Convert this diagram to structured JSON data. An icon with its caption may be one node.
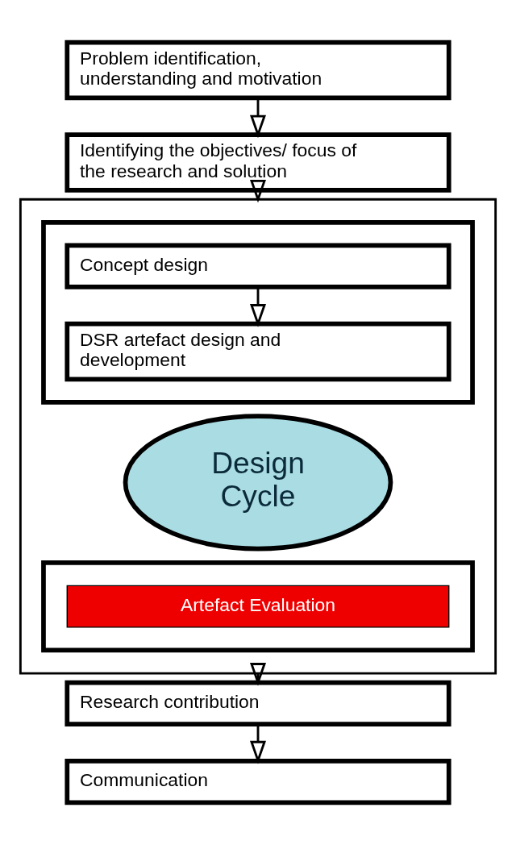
{
  "diagram": {
    "nodes": [
      {
        "text": [
          "Problem identification, understanding and motivation"
        ]
      },
      {
        "text": [
          "Identifying the objectives/ focus of the research and solution"
        ]
      },
      {
        "text": [],
        "shape": "box"
      },
      {
        "text": [],
        "shape": "box",
        "in": 2
      },
      {
        "text": [
          "Concept design"
        ],
        "in": 3
      },
      {
        "text": [
          "DSR artefact design and development"
        ],
        "in": 3
      },
      {
        "text": [
          "Design Cycle"
        ],
        "in": 2
      },
      {
        "text": [],
        "shape": "box",
        "in": 2
      },
      {
        "text": [
          "Artefact Evaluation"
        ],
        "in": 7
      },
      {
        "text": [
          "Research contribution"
        ]
      },
      {
        "text": [
          "Communication"
        ]
      }
    ],
    "edges": [
      {
        "from": 0,
        "to": 1,
        "arrow": "to"
      },
      {
        "from": 1,
        "to": 2,
        "arrow": "to"
      },
      {
        "from": 4,
        "to": 5,
        "arrow": "to"
      },
      {
        "from": 2,
        "to": 9,
        "arrow": "to"
      },
      {
        "from": 9,
        "to": 10,
        "arrow": "to"
      }
    ]
  }
}
